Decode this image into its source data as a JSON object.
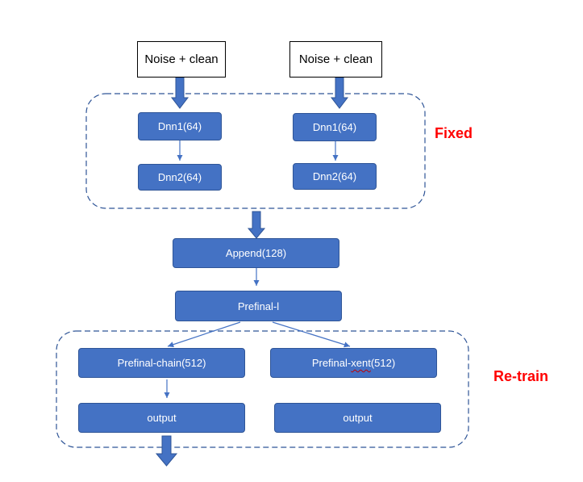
{
  "inputs": [
    {
      "label": "Noise + clean"
    },
    {
      "label": "Noise + clean"
    }
  ],
  "fixed_group": {
    "label": "Fixed",
    "left": {
      "layer1": "Dnn1(64)",
      "layer2": "Dnn2(64)"
    },
    "right": {
      "layer1": "Dnn1(64)",
      "layer2": "Dnn2(64)"
    }
  },
  "append": {
    "label": "Append(128)"
  },
  "prefinal": {
    "label": "Prefinal-l"
  },
  "retrain_group": {
    "label": "Re-train",
    "chain": {
      "label": "Prefinal-chain(512)",
      "output": "output"
    },
    "xent": {
      "label_prefix": "Prefinal-",
      "label_mid": "xent",
      "label_suffix": "(512)",
      "output": "output"
    }
  },
  "colors": {
    "box_fill": "#4472C4",
    "box_border": "#2F5597",
    "dashed_border": "#2F5597",
    "label": "#FF0000"
  }
}
